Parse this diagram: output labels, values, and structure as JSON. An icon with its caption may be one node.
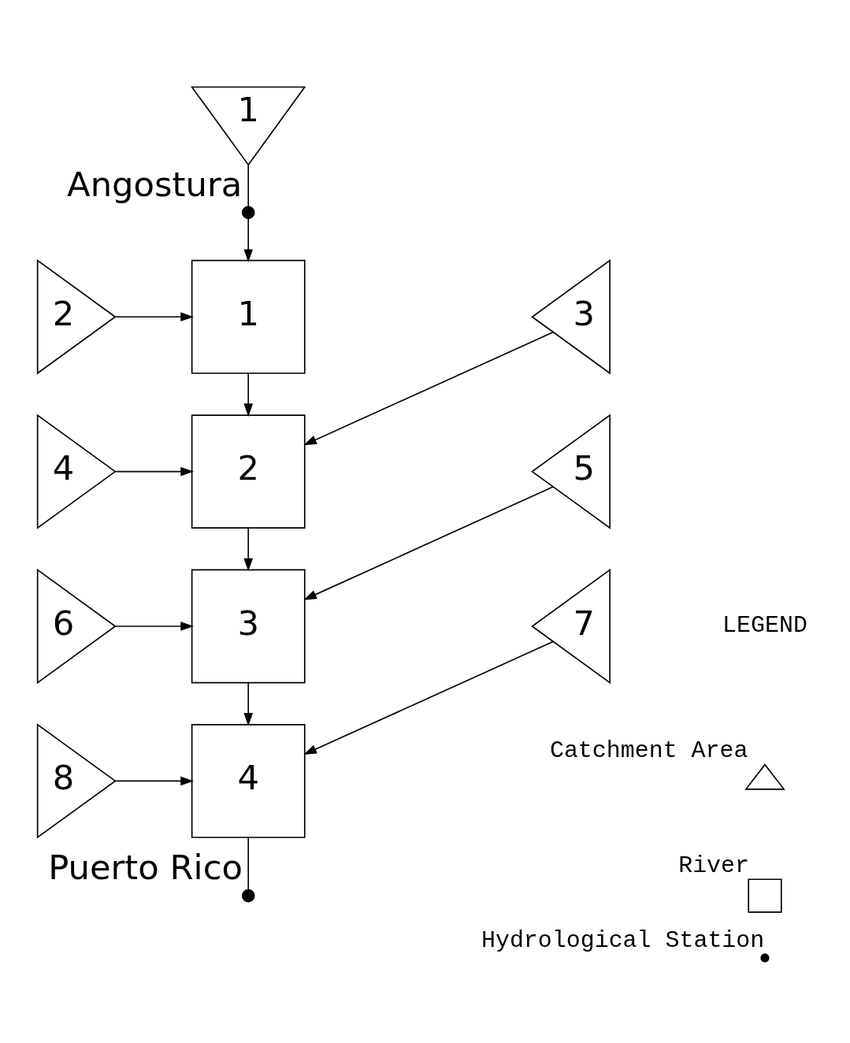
{
  "diagram": {
    "nodes": [
      {
        "text": [
          "1"
        ]
      },
      {
        "text": [],
        "shape": "circle",
        "beside": [
          "Angostura"
        ]
      },
      {
        "text": [
          "2"
        ]
      },
      {
        "text": [
          "1"
        ]
      },
      {
        "text": [
          "3"
        ]
      },
      {
        "text": [
          "4"
        ]
      },
      {
        "text": [
          "2"
        ]
      },
      {
        "text": [
          "5"
        ]
      },
      {
        "text": [
          "6"
        ]
      },
      {
        "text": [
          "3"
        ]
      },
      {
        "text": [
          "7"
        ]
      },
      {
        "text": [
          "8"
        ]
      },
      {
        "text": [
          "4"
        ]
      },
      {
        "text": [],
        "shape": "circle",
        "beside": [
          "Puerto Rico"
        ]
      }
    ],
    "edges": [
      {
        "from": 0,
        "to": 1,
        "arrow": "none"
      },
      {
        "from": 1,
        "to": 3,
        "arrow": "to"
      },
      {
        "from": 2,
        "to": 3,
        "arrow": "to"
      },
      {
        "from": 3,
        "to": 6,
        "arrow": "to"
      },
      {
        "from": 4,
        "to": 6,
        "arrow": "to"
      },
      {
        "from": 5,
        "to": 6,
        "arrow": "to"
      },
      {
        "from": 6,
        "to": 9,
        "arrow": "to"
      },
      {
        "from": 7,
        "to": 9,
        "arrow": "to"
      },
      {
        "from": 8,
        "to": 9,
        "arrow": "to"
      },
      {
        "from": 9,
        "to": 12,
        "arrow": "to"
      },
      {
        "from": 10,
        "to": 12,
        "arrow": "to"
      },
      {
        "from": 11,
        "to": 12,
        "arrow": "to"
      },
      {
        "from": 12,
        "to": 13,
        "arrow": "none"
      }
    ],
    "labels": [
      "LEGEND"
    ],
    "legend": [
      {
        "text": "Catchment Area"
      },
      {
        "text": "River"
      },
      {
        "text": "Hydrological Station"
      }
    ]
  }
}
